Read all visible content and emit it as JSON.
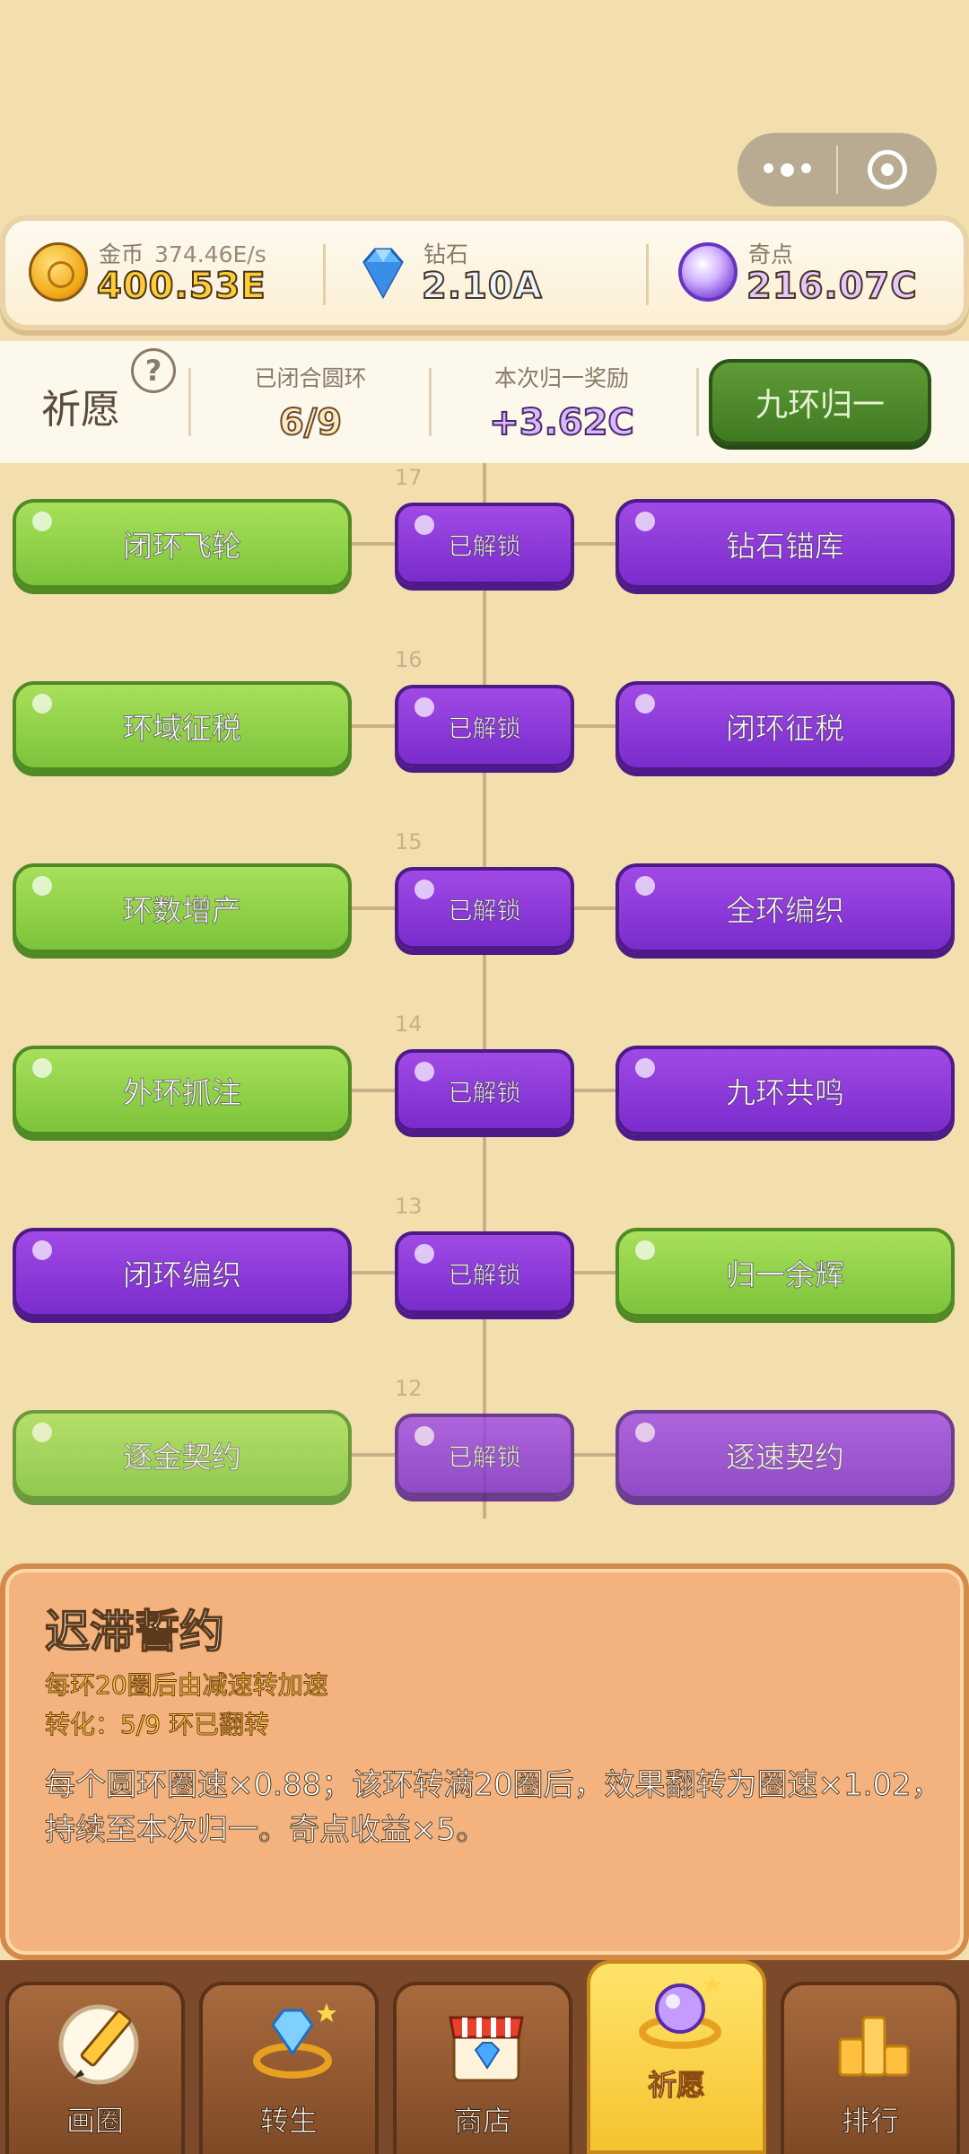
{
  "currency": {
    "gold": {
      "label": "金币",
      "rate": "374.46E/s",
      "value": "400.53E"
    },
    "diamond": {
      "label": "钻石",
      "value": "2.10A"
    },
    "odd_point": {
      "label": "奇点",
      "value": "216.07C"
    }
  },
  "prayer": {
    "title": "祈愿",
    "help": "?",
    "closed_rings_label": "已闭合圆环",
    "closed_rings_value": "6/9",
    "reward_label": "本次归一奖励",
    "reward_value": "+3.62C",
    "unify_button": "九环归一"
  },
  "tree": [
    {
      "level": "17",
      "left": "闭环飞轮",
      "left_color": "green",
      "mid": "已解锁",
      "right": "钻石锚库",
      "right_color": "purple"
    },
    {
      "level": "16",
      "left": "环域征税",
      "left_color": "green",
      "mid": "已解锁",
      "right": "闭环征税",
      "right_color": "purple"
    },
    {
      "level": "15",
      "left": "环数增产",
      "left_color": "green",
      "mid": "已解锁",
      "right": "全环编织",
      "right_color": "purple"
    },
    {
      "level": "14",
      "left": "外环抓注",
      "left_color": "green",
      "mid": "已解锁",
      "right": "九环共鸣",
      "right_color": "purple"
    },
    {
      "level": "13",
      "left": "闭环编织",
      "left_color": "purple",
      "mid": "已解锁",
      "right": "归一余辉",
      "right_color": "green"
    },
    {
      "level": "12",
      "left": "逐金契约",
      "left_color": "green",
      "mid": "已解锁",
      "right": "逐速契约",
      "right_color": "purple"
    }
  ],
  "detail": {
    "title": "迟滞誓约",
    "line1": "每环20圈后由减速转加速",
    "line2": "转化：5/9 环已翻转",
    "body": "每个圆环圈速×0.88；该环转满20圈后，效果翻转为圈速×1.02，持续至本次归一。奇点收益×5。"
  },
  "nav": {
    "tabs": [
      {
        "label": "画圈",
        "icon": "pencil-icon"
      },
      {
        "label": "转生",
        "icon": "diamond-ring-icon"
      },
      {
        "label": "商店",
        "icon": "shop-icon"
      },
      {
        "label": "祈愿",
        "icon": "orb-ring-icon",
        "active": true
      },
      {
        "label": "排行",
        "icon": "podium-icon"
      }
    ]
  },
  "colors": {
    "green": "#7cc43a",
    "purple": "#7a2ccc",
    "accent": "#f5c330"
  }
}
